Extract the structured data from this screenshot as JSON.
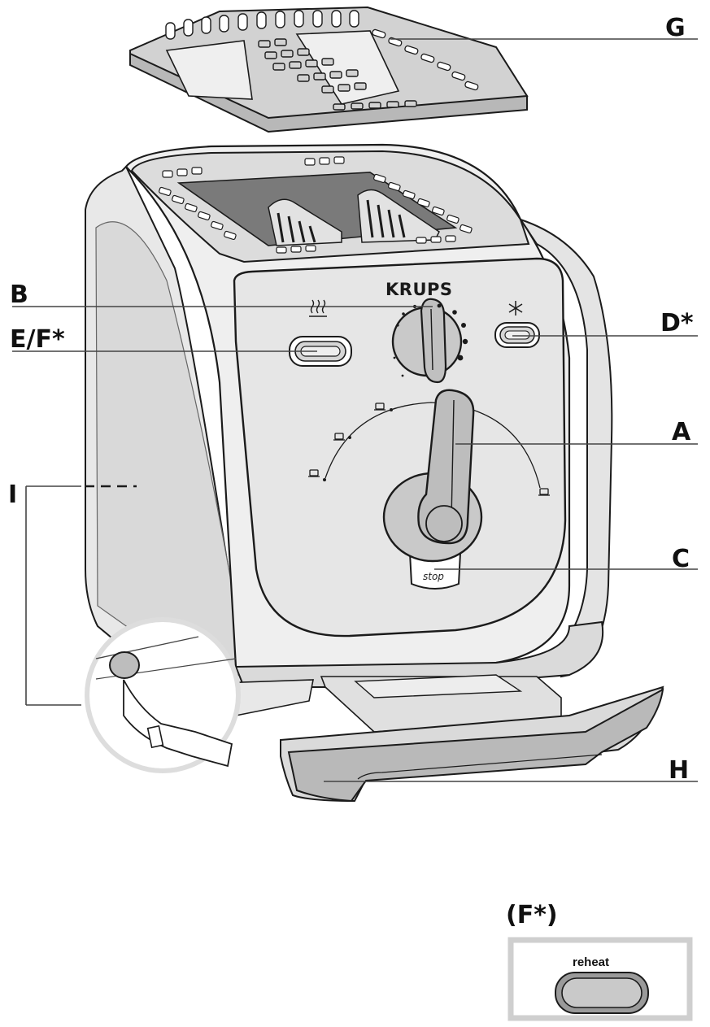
{
  "colors": {
    "body_fill": "#e4e4e4",
    "panel_fill": "#ececec",
    "tray_fill": "#cfcfcf",
    "knob_fill": "#c9c9c9",
    "outline": "#1b1b1b",
    "inset_border": "#cfcfcf"
  },
  "brand": "KRUPS",
  "stop_label": "stop",
  "callouts": {
    "G": "G",
    "B": "B",
    "EF": "E/F*",
    "D": "D*",
    "A": "A",
    "I": "I",
    "C": "C",
    "H": "H"
  },
  "inset": {
    "title": "(F*)",
    "button_label": "reheat"
  },
  "icons": {
    "reheat": "steam-icon",
    "defrost": "snowflake-icon",
    "browning_levels": "toast-icon"
  }
}
